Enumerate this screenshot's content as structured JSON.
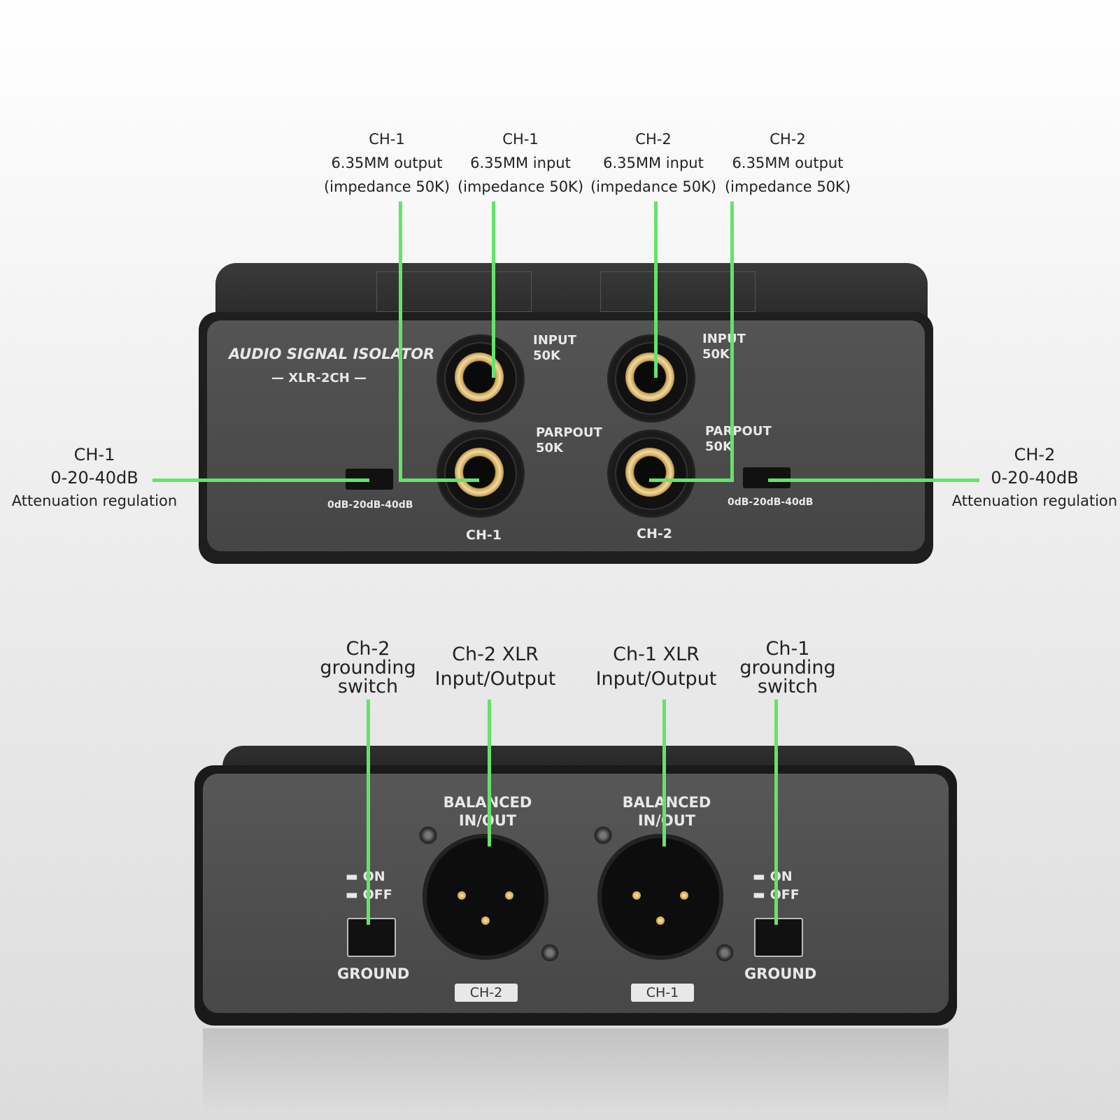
{
  "top_callouts": [
    {
      "line1": "CH-1",
      "line2": "6.35MM output",
      "line3": "(impedance 50K)"
    },
    {
      "line1": "CH-1",
      "line2": "6.35MM input",
      "line3": "(impedance 50K)"
    },
    {
      "line1": "CH-2",
      "line2": "6.35MM input",
      "line3": "(impedance 50K)"
    },
    {
      "line1": "CH-2",
      "line2": "6.35MM output",
      "line3": "(impedance 50K)"
    }
  ],
  "side_callouts": [
    {
      "line1": "CH-1",
      "line2": "0-20-40dB",
      "line3": "Attenuation regulation"
    },
    {
      "line1": "CH-2",
      "line2": "0-20-40dB",
      "line3": "Attenuation regulation"
    }
  ],
  "bottom_callouts": [
    {
      "line1": "Ch-2",
      "line2": "grounding",
      "line3": "switch"
    },
    {
      "line1": "Ch-2 XLR",
      "line2": "Input/Output"
    },
    {
      "line1": "Ch-1 XLR",
      "line2": "Input/Output"
    },
    {
      "line1": "Ch-1",
      "line2": "grounding",
      "line3": "switch"
    }
  ],
  "front_panel": {
    "brand": "AUDIO SIGNAL ISOLATOR",
    "model": "XLR-2CH",
    "input_label": "INPUT",
    "input_imp": "50K",
    "parout_label": "PARPOUT",
    "parout_imp": "50K",
    "atten_scale": "0dB-20dB-40dB",
    "ch1": "CH-1",
    "ch2": "CH-2"
  },
  "rear_panel": {
    "balanced_line1": "BALANCED",
    "balanced_line2": "IN/OUT",
    "on_label": "ON",
    "off_label": "OFF",
    "ground_label": "GROUND",
    "ch2": "CH-2",
    "ch1": "CH-1"
  },
  "colors": {
    "callout_line": "#66e26a",
    "device_body": "#2a2a2a",
    "panel": "#4a4a4a"
  }
}
